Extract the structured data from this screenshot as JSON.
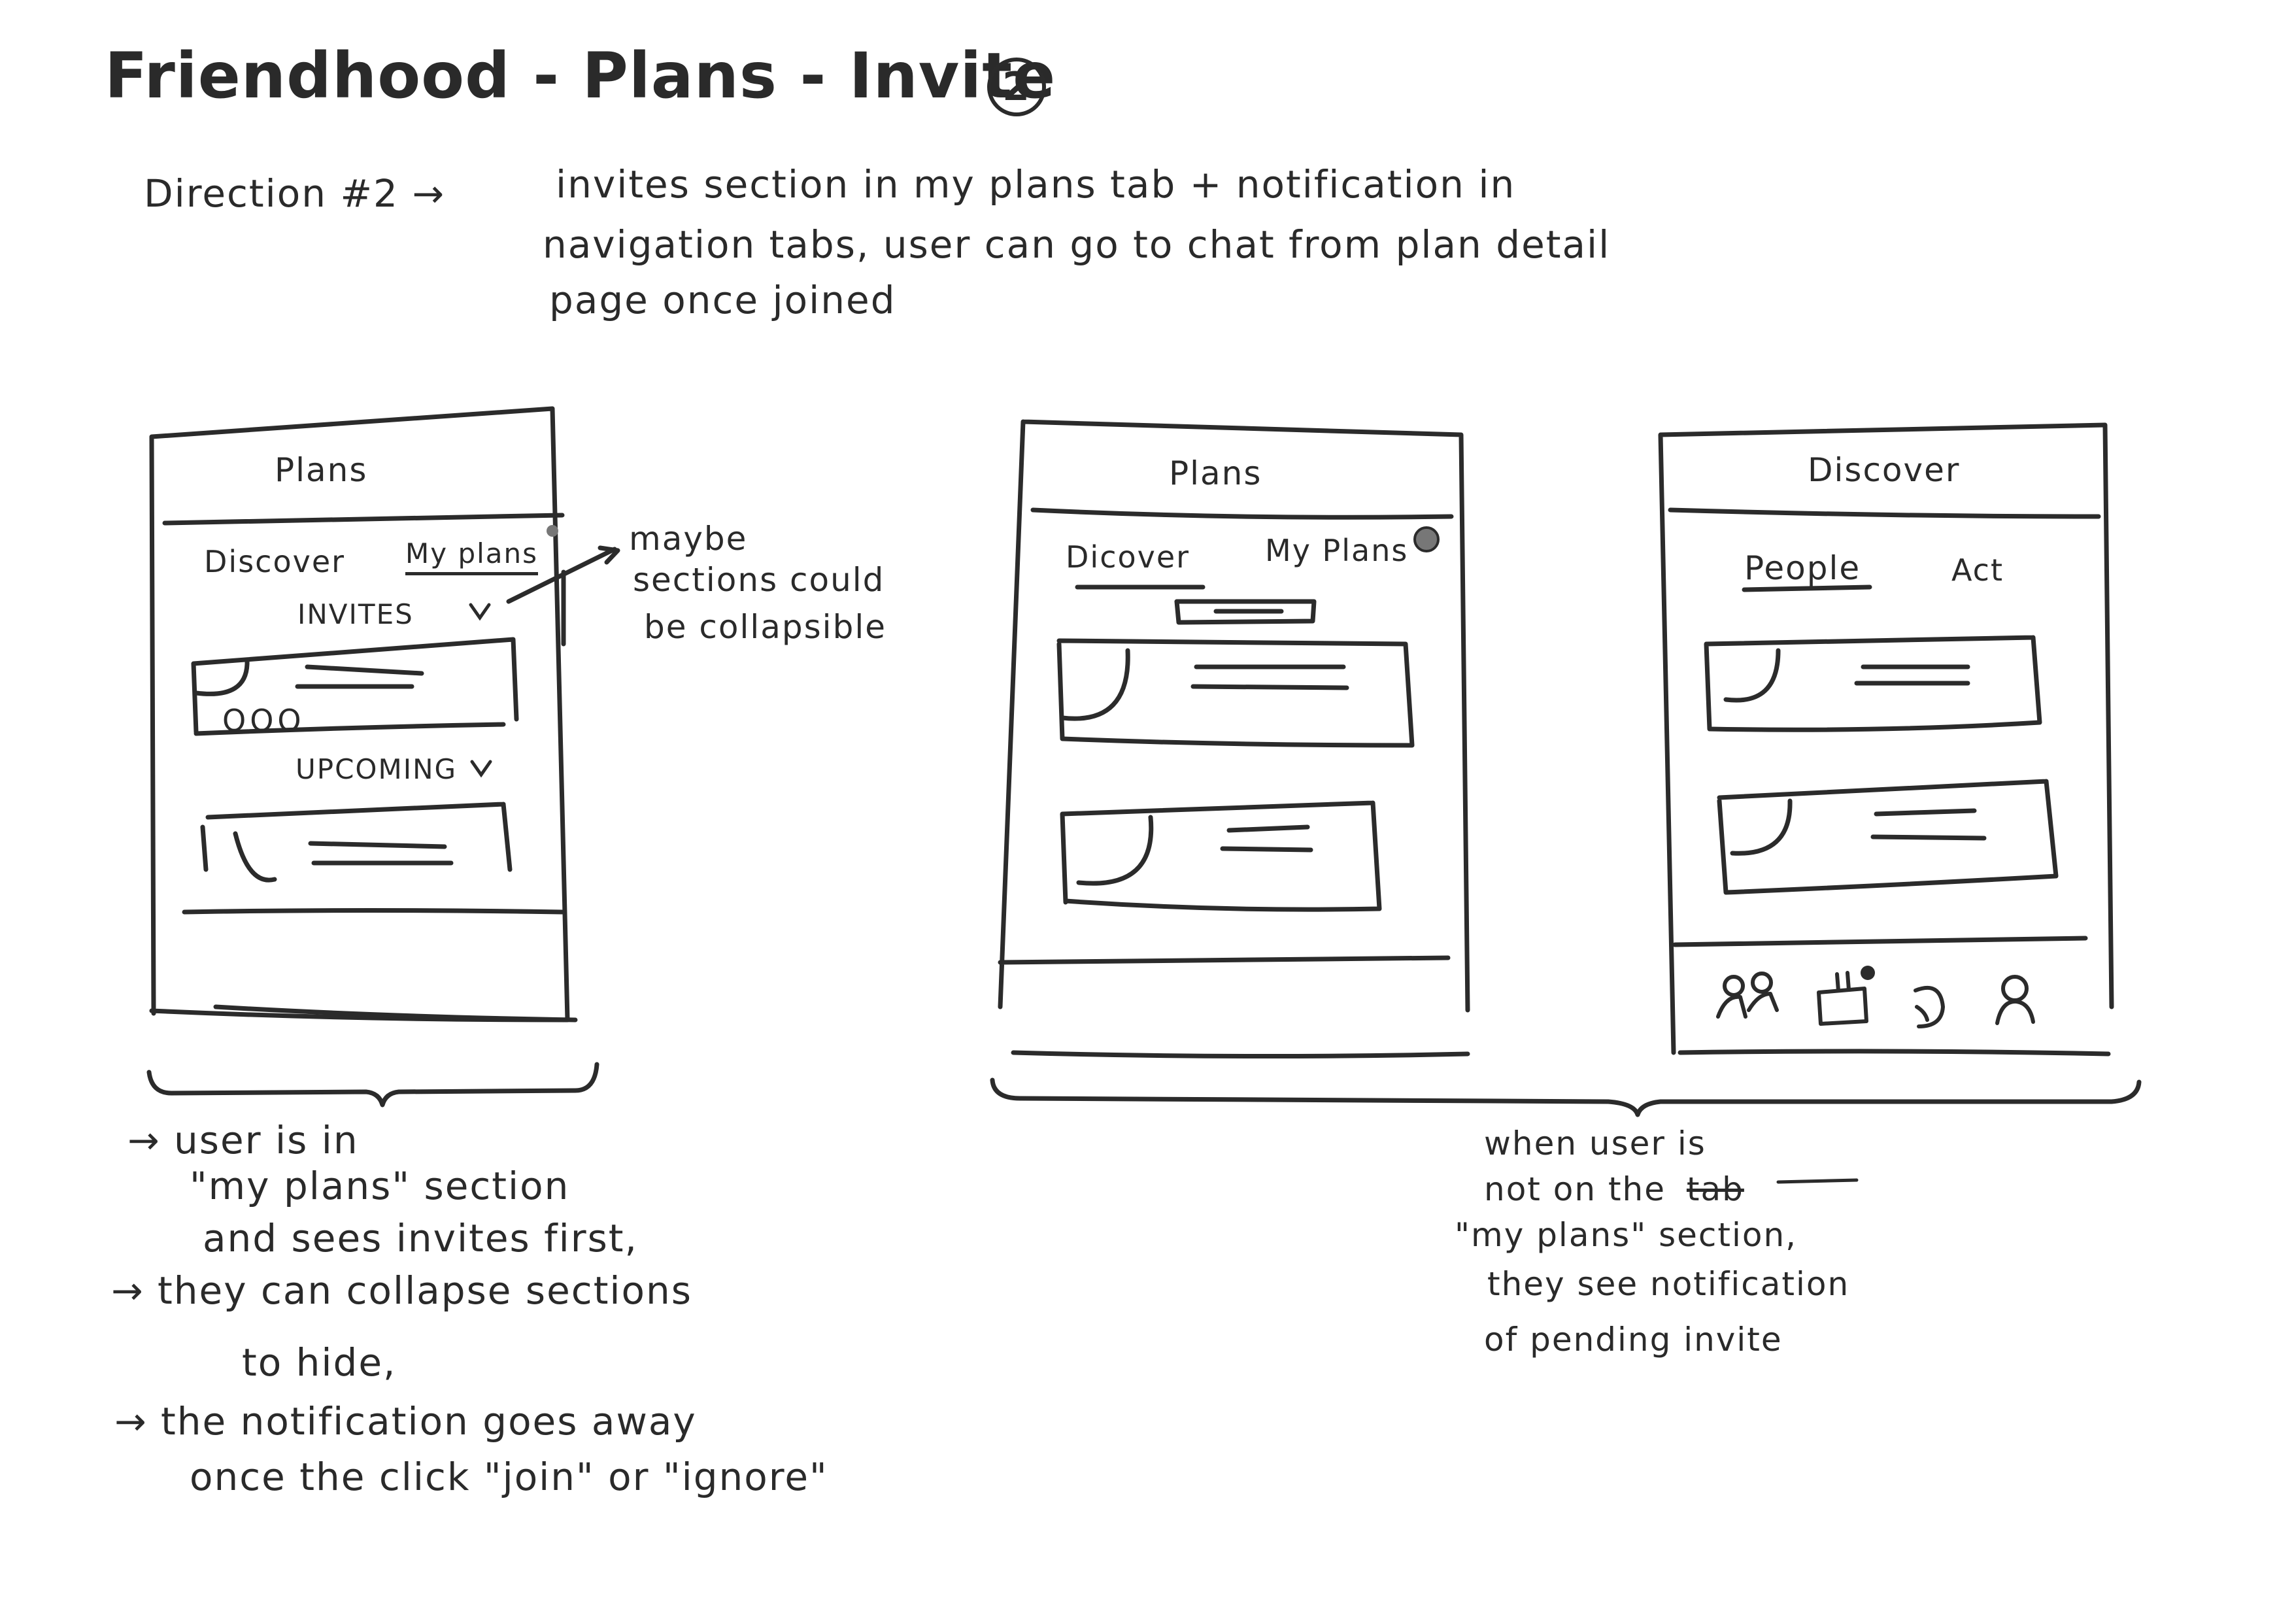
{
  "header": {
    "title": "Friendhood - Plans - Invite",
    "title_number": "2"
  },
  "direction": {
    "label": "Direction #2 →",
    "line1": "invites section in my plans tab + notification in",
    "line2": "navigation tabs, user can go to chat from plan detail",
    "line3": "page once joined"
  },
  "frame1": {
    "title": "Plans",
    "tab_discover": "Discover",
    "tab_my_plans": "My plans",
    "section_invites": "INVITES",
    "section_upcoming": "UPCOMING",
    "chevron": "v",
    "card_dots": "OOO"
  },
  "annotation_collapsible": {
    "line1": "maybe",
    "line2": "sections could",
    "line3": "be collapsible"
  },
  "frame2": {
    "title": "Plans",
    "tab_discover": "Dicover",
    "tab_my_plans": "My Plans"
  },
  "frame3": {
    "title": "Discover",
    "tab_people": "People",
    "tab_act": "Act",
    "nav_icons": [
      "people-icon",
      "calendar-icon",
      "chat-icon",
      "profile-icon"
    ]
  },
  "notes_left": {
    "l1": "→   user is in",
    "l2": "\"my plans\" section",
    "l3": "and sees invites first,",
    "l4": "→ they can collapse sections",
    "l5": "to hide,",
    "l6": "→ the notification goes away",
    "l7": "once the click \"join\" or \"ignore\""
  },
  "notes_right": {
    "l1": "when user is",
    "l2": "not on the",
    "l2_struck": "tab",
    "l3": "\"my plans\" section,",
    "l4": "they see notification",
    "l5": "of pending invite"
  },
  "colors": {
    "ink": "#2b2b2b",
    "dot": "#777777",
    "paper": "#ffffff"
  }
}
